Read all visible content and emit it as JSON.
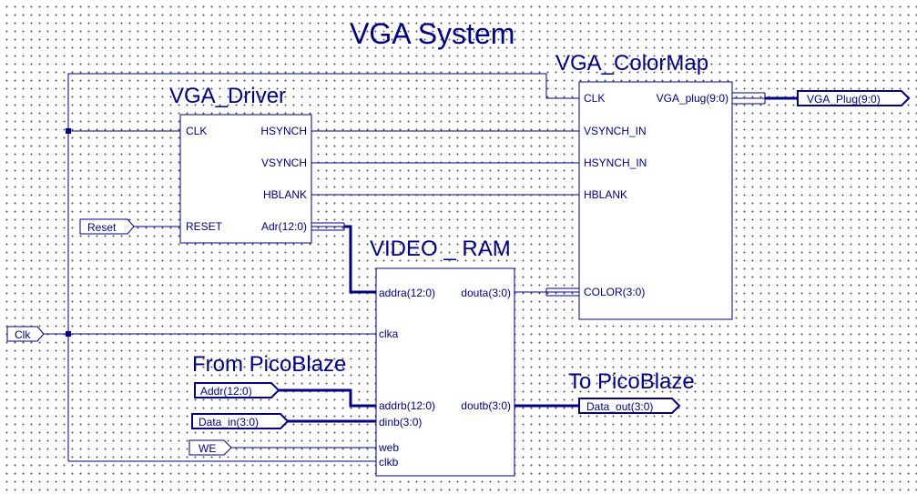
{
  "title": "VGA System",
  "blocks": {
    "driver": {
      "name": "VGA_Driver",
      "pins": {
        "clk": "CLK",
        "reset": "RESET",
        "hsynch": "HSYNCH",
        "vsynch": "VSYNCH",
        "hblank": "HBLANK",
        "adr": "Adr(12:0)"
      }
    },
    "colormap": {
      "name": "VGA_ColorMap",
      "pins": {
        "clk": "CLK",
        "vga_plug": "VGA_plug(9:0)",
        "vsynch_in": "VSYNCH_IN",
        "hsynch_in": "HSYNCH_IN",
        "hblank": "HBLANK",
        "color": "COLOR(3:0)"
      }
    },
    "ram": {
      "name": "VIDEO _ RAM",
      "pins": {
        "addra": "addra(12:0)",
        "douta": "douta(3:0)",
        "clka": "clka",
        "addrb": "addrb(12:0)",
        "doutb": "doutb(3:0)",
        "dinb": "dinb(3:0)",
        "web": "web",
        "clkb": "clkb"
      }
    }
  },
  "ports": {
    "reset": "Reset",
    "clk": "Clk",
    "addr": "Addr(12:0)",
    "data_in": "Data_in(3:0)",
    "we": "WE",
    "vga_plug": "VGA_Plug(9:0)",
    "data_out": "Data_out(3:0)"
  },
  "labels": {
    "from_picoblaze": "From PicoBlaze",
    "to_picoblaze": "To PicoBlaze"
  },
  "colors": {
    "wire": "#000080",
    "grid_dot": "#555555",
    "background": "#ffffff"
  }
}
